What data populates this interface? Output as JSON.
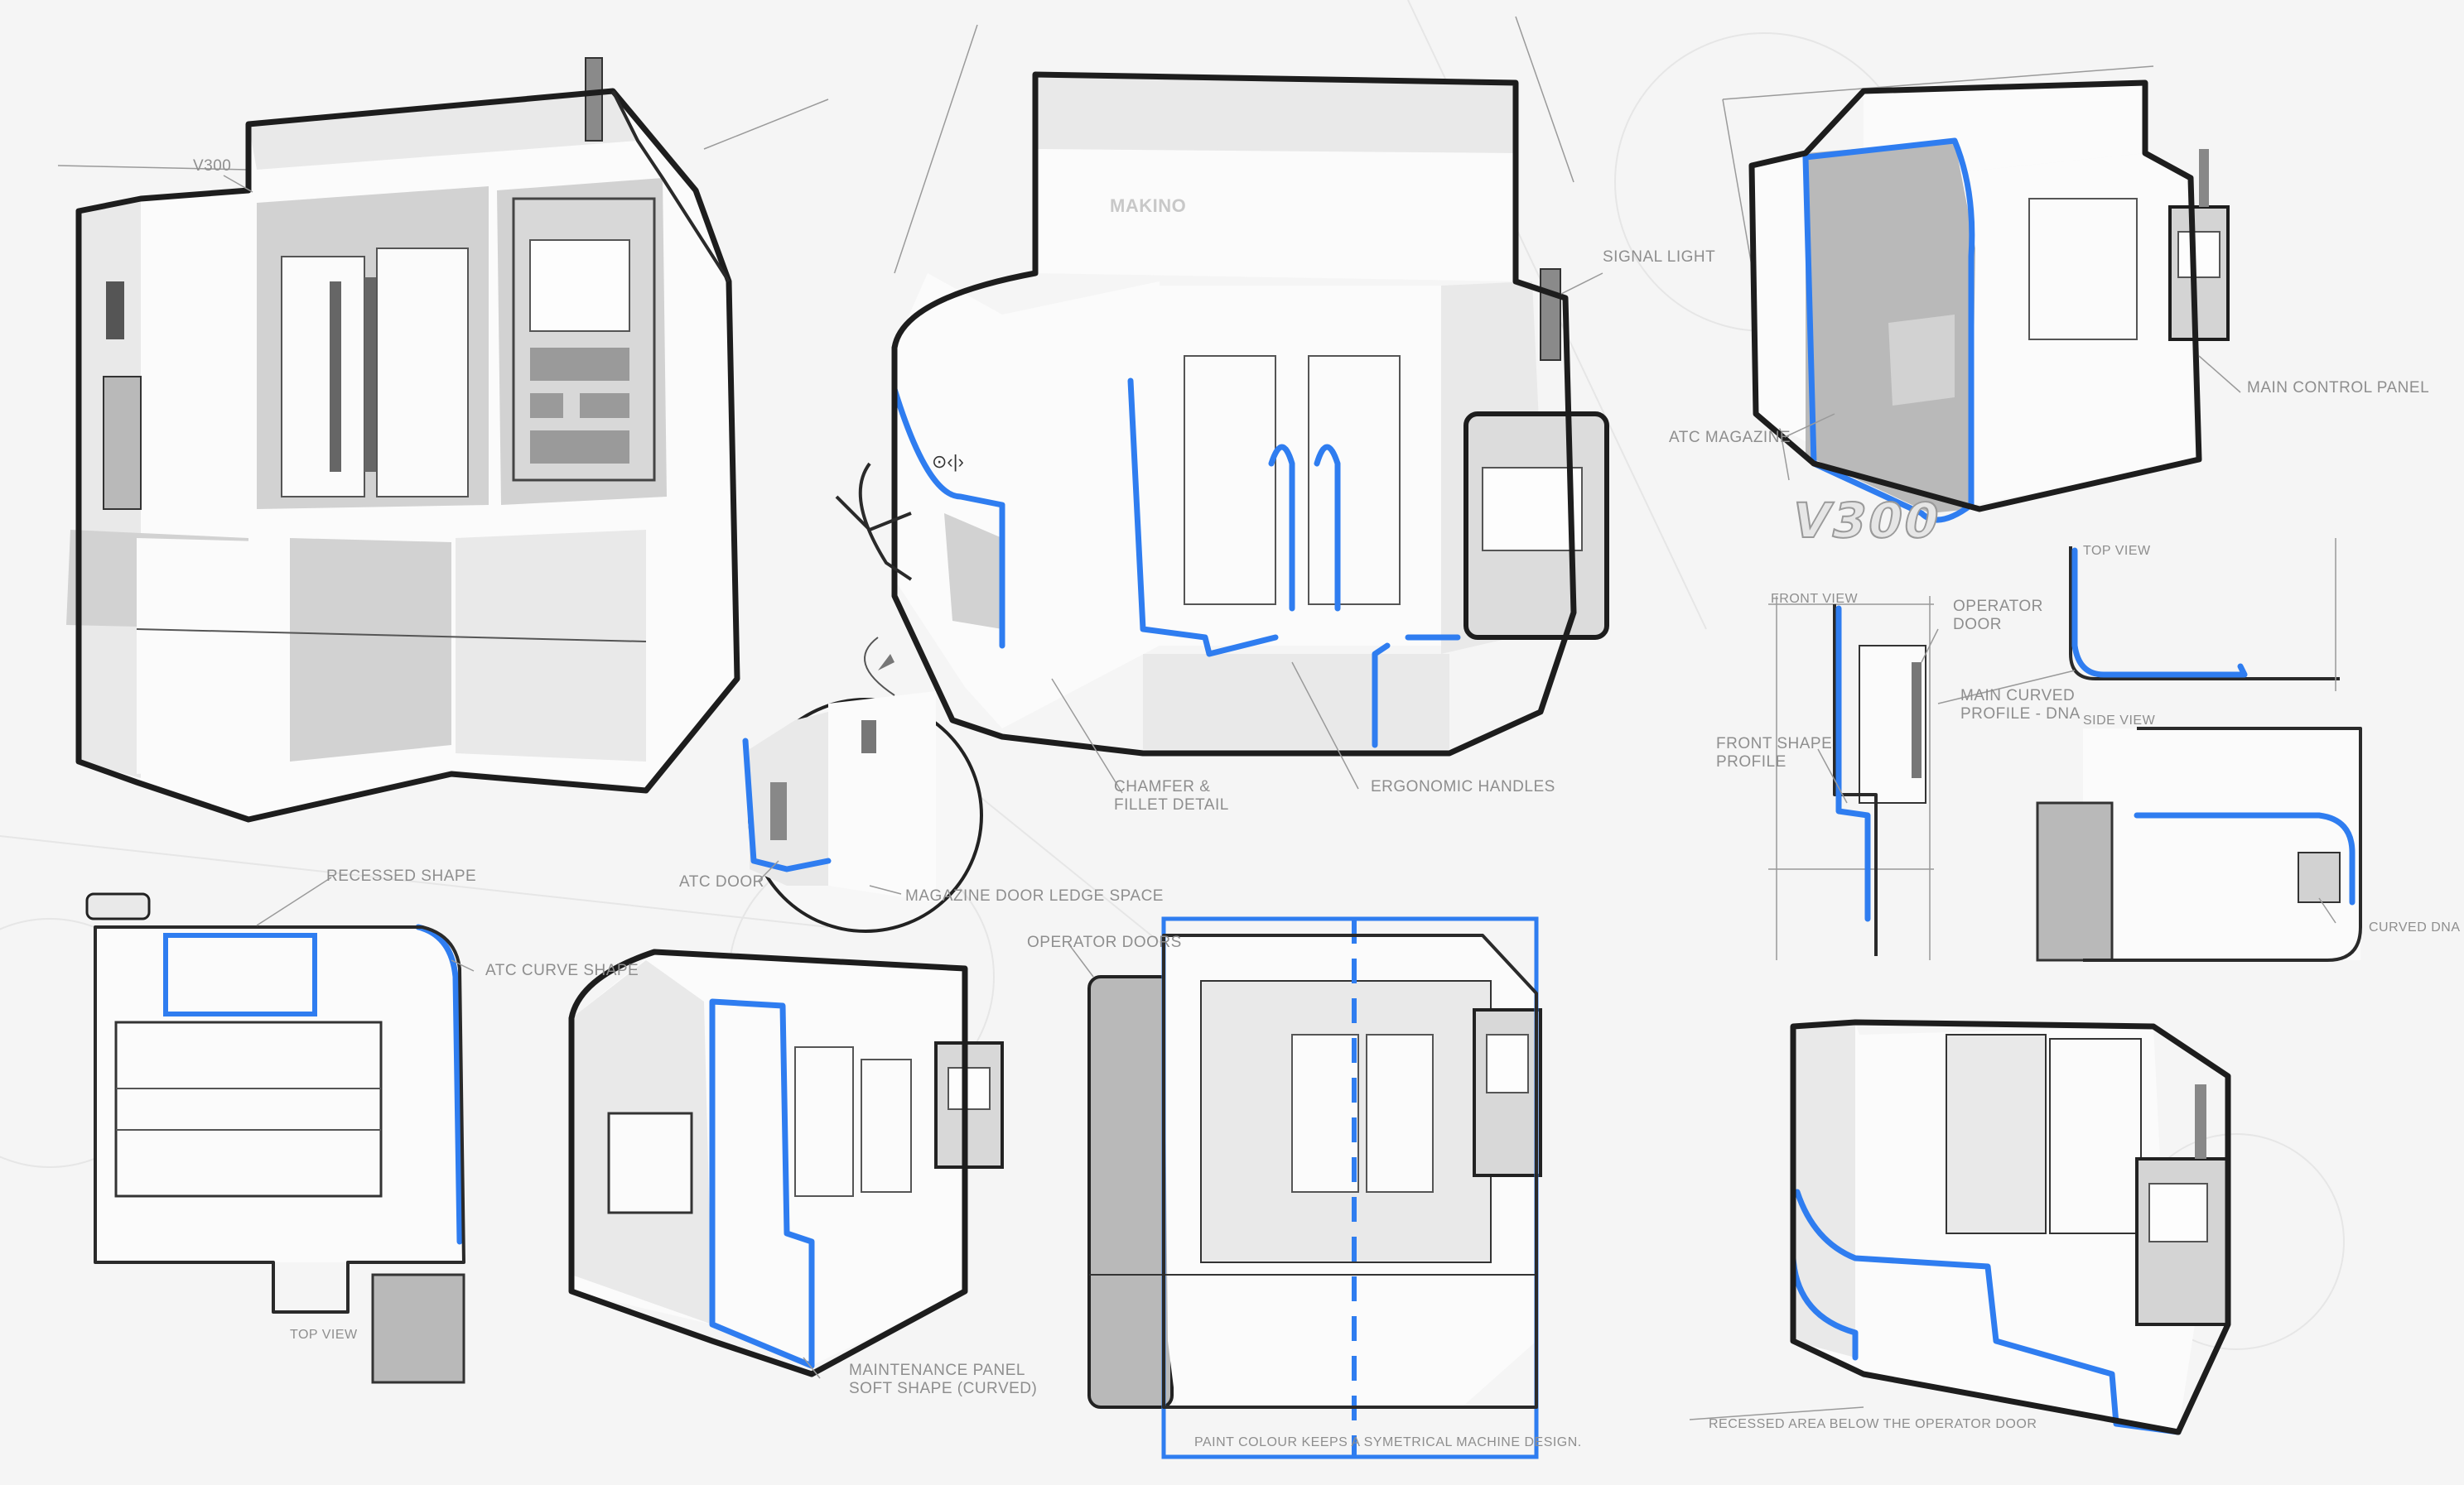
{
  "labels": {
    "v300_small": "V300",
    "signal_light": "SIGNAL LIGHT",
    "main_control_panel": "MAIN CONTROL PANEL",
    "atc_magazine": "ATC MAGAZINE",
    "brand_mark": "V300",
    "top_view_1": "TOP VIEW",
    "front_view": "FRONT VIEW",
    "operator_door": "OPERATOR\nDOOR",
    "main_curved_profile": "MAIN CURVED\nPROFILE - DNA",
    "front_shape_profile": "FRONT SHAPE\nPROFILE",
    "side_view": "SIDE VIEW",
    "curved_dna": "CURVED DNA",
    "chamfer_fillet": "CHAMFER &\nFILLET DETAIL",
    "ergonomic_handles": "ERGONOMIC HANDLES",
    "atc_door": "ATC DOOR",
    "magazine_door_ledge": "MAGAZINE DOOR LEDGE SPACE",
    "recessed_shape": "RECESSED SHAPE",
    "atc_curve_shape": "ATC CURVE SHAPE",
    "top_view_2": "TOP VIEW",
    "operator_doors": "OPERATOR DOORS",
    "maintenance_panel": "MAINTENANCE PANEL\nSOFT SHAPE (CURVED)",
    "paint_colour": "PAINT COLOUR KEEPS A SYMETRICAL MACHINE DESIGN.",
    "recessed_area": "RECESSED AREA BELOW THE OPERATOR DOOR",
    "logo_text": "MAKINO"
  },
  "colors": {
    "accent_blue": "#2f7df0",
    "ink": "#1d1d1d",
    "annotation": "#8e8e8e",
    "paper": "#f5f5f5"
  },
  "icons": [
    "signal-light-icon",
    "control-panel-icon",
    "door-handle-icon",
    "logo-icon"
  ]
}
